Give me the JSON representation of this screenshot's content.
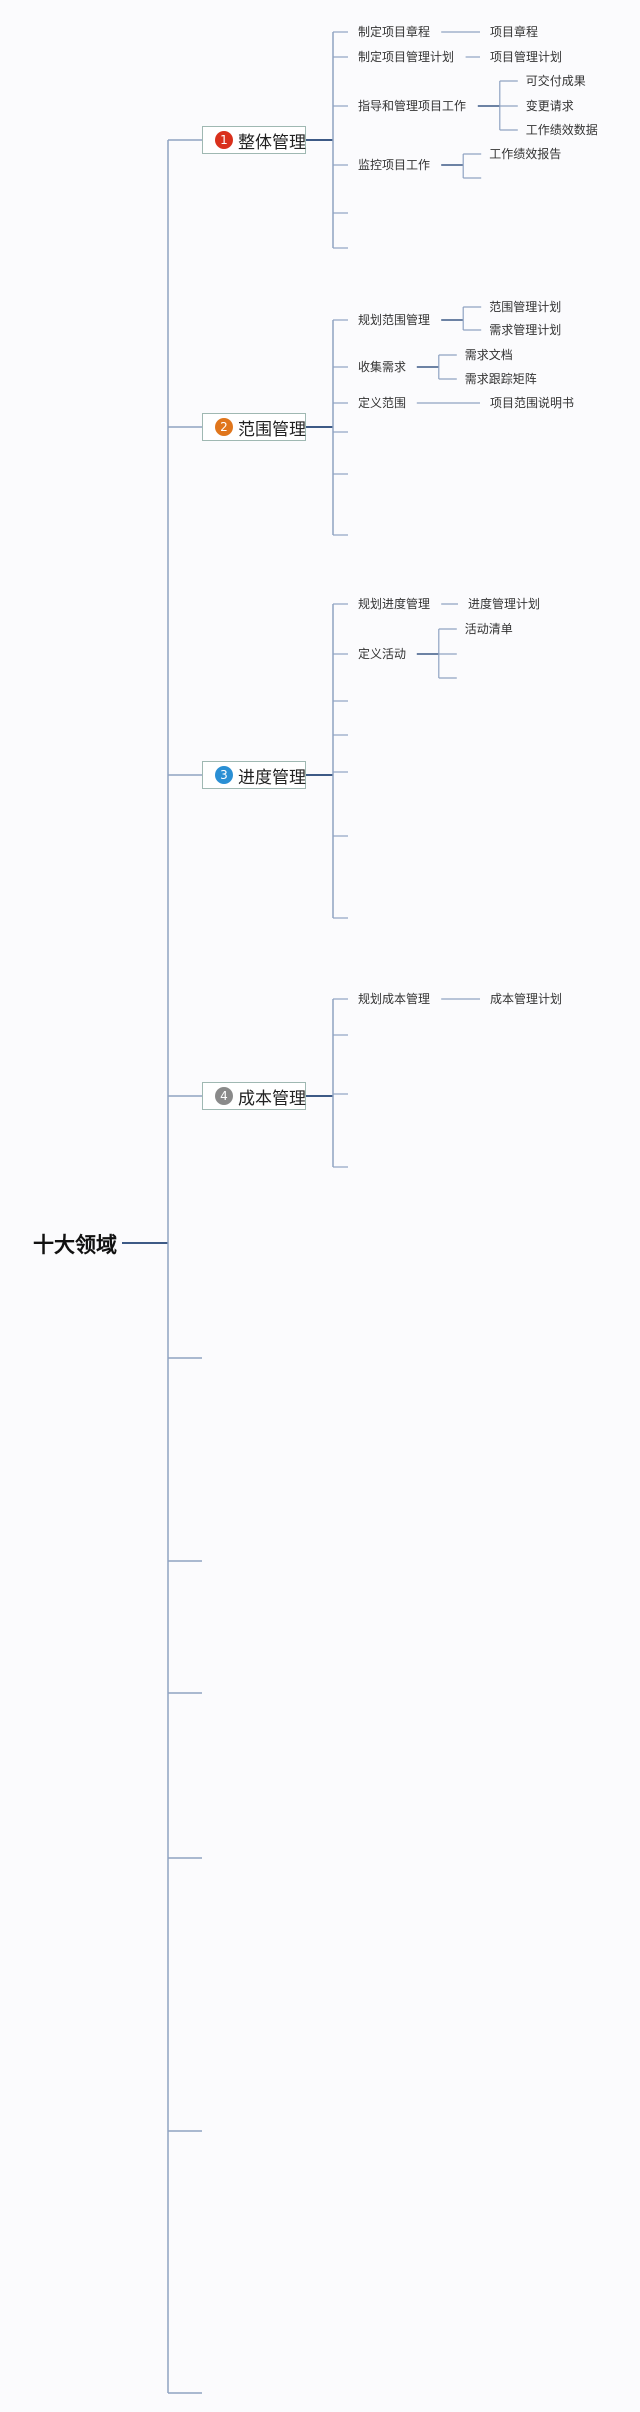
{
  "root": {
    "label": "十大领域"
  },
  "areas": [
    {
      "index": "1",
      "badge_color": "#d9301c",
      "label": "整体管理",
      "processes": [
        {
          "label": "制定项目章程",
          "outputs": [
            "项目章程"
          ]
        },
        {
          "label": "制定项目管理计划",
          "outputs": [
            "项目管理计划"
          ]
        },
        {
          "label": "指导和管理项目工作",
          "outputs": [
            "可交付成果",
            "变更请求",
            "工作绩效数据"
          ]
        },
        {
          "label": "监控项目工作",
          "outputs": [
            "工作绩效报告",
            ""
          ]
        },
        {
          "label": "",
          "outputs": []
        },
        {
          "label": "",
          "outputs": []
        }
      ]
    },
    {
      "index": "2",
      "badge_color": "#e0761c",
      "label": "范围管理",
      "processes": [
        {
          "label": "规划范围管理",
          "outputs": [
            "范围管理计划",
            "需求管理计划"
          ]
        },
        {
          "label": "收集需求",
          "outputs": [
            "需求文档",
            "需求跟踪矩阵"
          ]
        },
        {
          "label": "定义范围",
          "outputs": [
            "项目范围说明书"
          ]
        },
        {
          "label": "",
          "outputs": []
        },
        {
          "label": "",
          "outputs": []
        },
        {
          "label": "",
          "outputs": []
        }
      ]
    },
    {
      "index": "3",
      "badge_color": "#2a8fd4",
      "label": "进度管理",
      "processes": [
        {
          "label": "规划进度管理",
          "outputs": [
            "进度管理计划"
          ]
        },
        {
          "label": "定义活动",
          "outputs": [
            "活动清单",
            "",
            ""
          ]
        },
        {
          "label": "",
          "outputs": []
        },
        {
          "label": "",
          "outputs": []
        },
        {
          "label": "",
          "outputs": []
        },
        {
          "label": "",
          "outputs": []
        },
        {
          "label": "",
          "outputs": []
        }
      ]
    },
    {
      "index": "4",
      "badge_color": "#8a8a8a",
      "label": "成本管理",
      "processes": [
        {
          "label": "规划成本管理",
          "outputs": [
            "成本管理计划"
          ]
        },
        {
          "label": "",
          "outputs": []
        },
        {
          "label": "",
          "outputs": []
        },
        {
          "label": "",
          "outputs": []
        }
      ]
    },
    {
      "label": ""
    },
    {
      "label": ""
    },
    {
      "label": ""
    },
    {
      "label": ""
    },
    {
      "label": ""
    },
    {
      "label": ""
    }
  ],
  "colors": {
    "line_main": "#3d5a86",
    "line_branch": "#8fa3c2"
  }
}
